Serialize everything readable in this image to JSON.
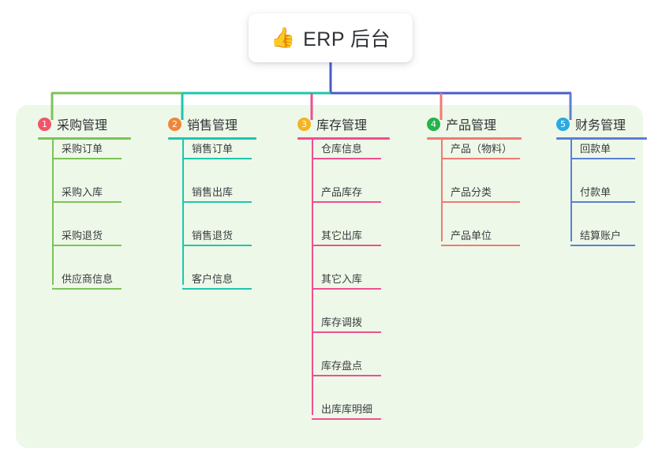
{
  "root": {
    "icon": "thumbs-up-icon",
    "icon_glyph": "👍",
    "title": "ERP 后台"
  },
  "theme": {
    "page_background": "#ffffff",
    "panel_background": "#eef8e8",
    "card_background": "#ffffff",
    "title_text": "#2f3136",
    "label_text": "#3a3c40",
    "trunk_blue": "#4a5bc4",
    "bus_green": "#7cc35a",
    "bus_teal": "#1ec6ad",
    "bus_blue": "#4a5bc4"
  },
  "columns": [
    {
      "number": "1",
      "label": "采购管理",
      "badge_color": "#f2546b",
      "line_color": "#7cc35a",
      "items": [
        {
          "label": "采购订单"
        },
        {
          "label": "采购入库"
        },
        {
          "label": "采购退货"
        },
        {
          "label": "供应商信息"
        }
      ]
    },
    {
      "number": "2",
      "label": "销售管理",
      "badge_color": "#f0853a",
      "line_color": "#1ec6ad",
      "items": [
        {
          "label": "销售订单"
        },
        {
          "label": "销售出库"
        },
        {
          "label": "销售退货"
        },
        {
          "label": "客户信息"
        }
      ]
    },
    {
      "number": "3",
      "label": "库存管理",
      "badge_color": "#f5b324",
      "line_color": "#ef4f91",
      "items": [
        {
          "label": "仓库信息"
        },
        {
          "label": "产品库存"
        },
        {
          "label": "其它出库"
        },
        {
          "label": "其它入库"
        },
        {
          "label": "库存调拨"
        },
        {
          "label": "库存盘点"
        },
        {
          "label": "出库库明细"
        }
      ]
    },
    {
      "number": "4",
      "label": "产品管理",
      "badge_color": "#25b34b",
      "line_color": "#f07a74",
      "items": [
        {
          "label": "产品（物料）"
        },
        {
          "label": "产品分类"
        },
        {
          "label": "产品单位"
        }
      ]
    },
    {
      "number": "5",
      "label": "财务管理",
      "badge_color": "#29aae2",
      "line_color": "#5b7fd4",
      "items": [
        {
          "label": "回款单"
        },
        {
          "label": "付款单"
        },
        {
          "label": "结算账户"
        }
      ]
    }
  ]
}
